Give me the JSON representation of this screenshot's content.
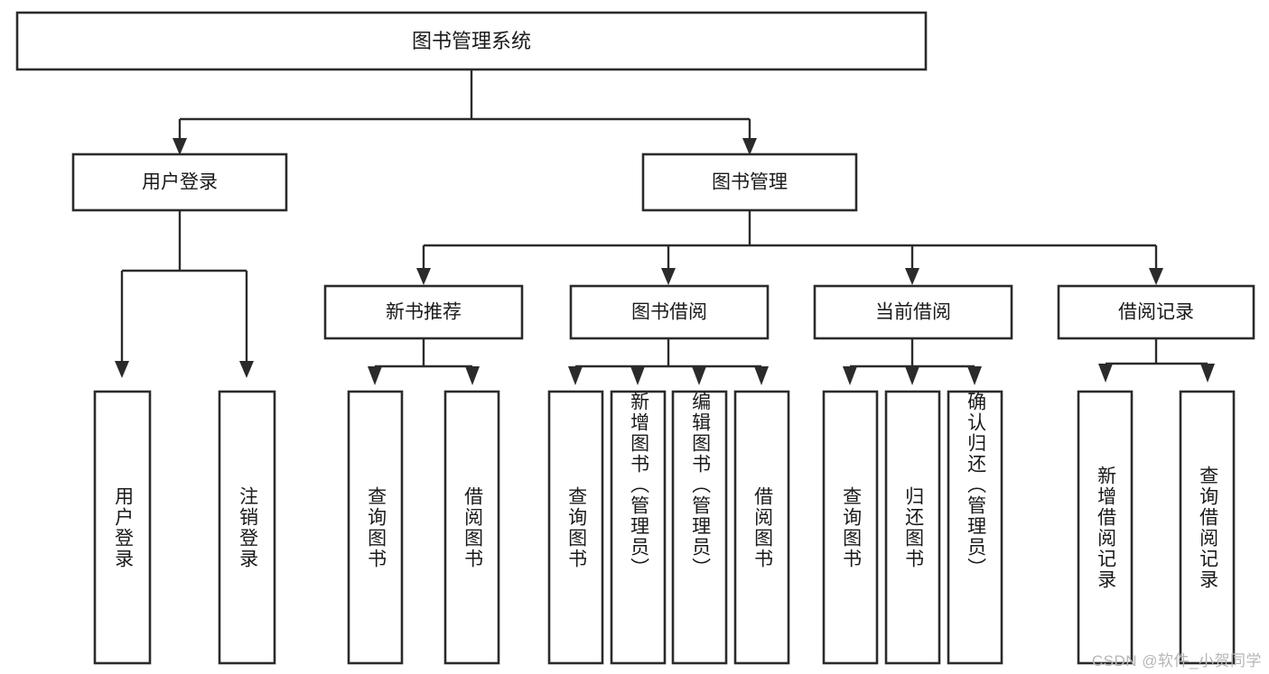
{
  "diagram": {
    "type": "tree-hierarchy-flowchart",
    "title": "图书管理系统",
    "orientation": "top-down",
    "watermark": "CSDN @软件_小贺同学",
    "colors": {
      "stroke": "#2b2b2b",
      "fill": "#ffffff",
      "text": "#1a1a1a",
      "watermark": "#b6b6b6",
      "background": "#ffffff"
    },
    "nodes": {
      "root": {
        "id": "root",
        "label": "图书管理系统",
        "level": 1,
        "text_orientation": "horizontal"
      },
      "l2": [
        {
          "id": "user-login",
          "label": "用户登录",
          "level": 2,
          "text_orientation": "horizontal"
        },
        {
          "id": "book-manage",
          "label": "图书管理",
          "level": 2,
          "text_orientation": "horizontal"
        }
      ],
      "l3": [
        {
          "id": "new-book-recommend",
          "label": "新书推荐",
          "level": 3,
          "text_orientation": "horizontal"
        },
        {
          "id": "book-borrow",
          "label": "图书借阅",
          "level": 3,
          "text_orientation": "horizontal"
        },
        {
          "id": "current-borrow",
          "label": "当前借阅",
          "level": 3,
          "text_orientation": "horizontal"
        },
        {
          "id": "borrow-record",
          "label": "借阅记录",
          "level": 3,
          "text_orientation": "horizontal"
        }
      ],
      "leaves": [
        {
          "id": "leaf-user-login",
          "label": "用户登录",
          "parent": "user-login",
          "text_orientation": "vertical"
        },
        {
          "id": "leaf-user-logout",
          "label": "注销登录",
          "parent": "user-login",
          "text_orientation": "vertical"
        },
        {
          "id": "leaf-query-book-1",
          "label": "查询图书",
          "parent": "new-book-recommend",
          "text_orientation": "vertical"
        },
        {
          "id": "leaf-borrow-book-1",
          "label": "借阅图书",
          "parent": "new-book-recommend",
          "text_orientation": "vertical"
        },
        {
          "id": "leaf-query-book-2",
          "label": "查询图书",
          "parent": "book-borrow",
          "text_orientation": "vertical"
        },
        {
          "id": "leaf-add-book",
          "label": "新增图书（管理员）",
          "parent": "book-borrow",
          "text_orientation": "vertical"
        },
        {
          "id": "leaf-edit-book",
          "label": "编辑图书（管理员）",
          "parent": "book-borrow",
          "text_orientation": "vertical"
        },
        {
          "id": "leaf-borrow-book-2",
          "label": "借阅图书",
          "parent": "book-borrow",
          "text_orientation": "vertical"
        },
        {
          "id": "leaf-query-book-3",
          "label": "查询图书",
          "parent": "current-borrow",
          "text_orientation": "vertical"
        },
        {
          "id": "leaf-return-book",
          "label": "归还图书",
          "parent": "current-borrow",
          "text_orientation": "vertical"
        },
        {
          "id": "leaf-confirm-return",
          "label": "确认归还（管理员）",
          "parent": "current-borrow",
          "text_orientation": "vertical"
        },
        {
          "id": "leaf-add-record",
          "label": "新增借阅记录",
          "parent": "borrow-record",
          "text_orientation": "vertical"
        },
        {
          "id": "leaf-query-record",
          "label": "查询借阅记录",
          "parent": "borrow-record",
          "text_orientation": "vertical"
        }
      ]
    }
  }
}
